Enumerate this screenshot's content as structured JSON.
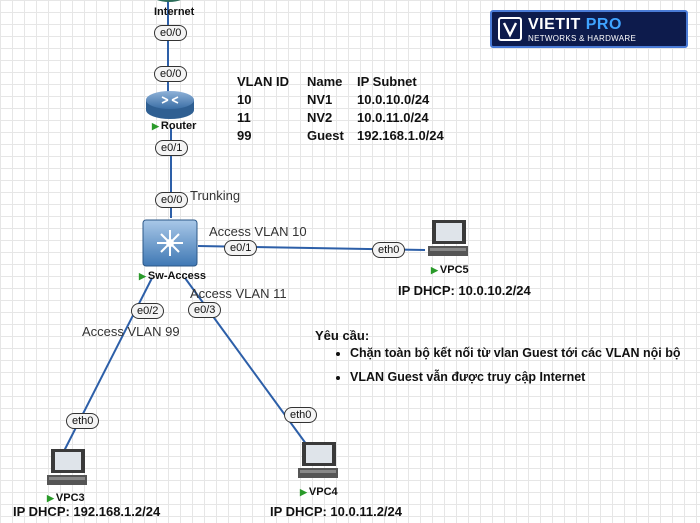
{
  "logo": {
    "brand": "VIETIT",
    "brand_accent": "PRO",
    "tagline": "NETWORKS & HARDWARE"
  },
  "devices": {
    "internet": {
      "label": "Internet",
      "icon": "cloud-icon"
    },
    "router": {
      "label": "Router",
      "icon": "router-icon"
    },
    "switch": {
      "label": "Sw-Access",
      "icon": "switch-icon"
    },
    "vpc5": {
      "label": "VPC5",
      "icon": "pc-icon"
    },
    "vpc3": {
      "label": "VPC3",
      "icon": "pc-icon"
    },
    "vpc4": {
      "label": "VPC4",
      "icon": "pc-icon"
    }
  },
  "ports": {
    "internet_e00": "e0/0",
    "router_e00": "e0/0",
    "router_e01": "e0/1",
    "switch_e00": "e0/0",
    "switch_e01": "e0/1",
    "switch_e02": "e0/2",
    "switch_e03": "e0/3",
    "vpc5_eth0": "eth0",
    "vpc3_eth0": "eth0",
    "vpc4_eth0": "eth0"
  },
  "notes": {
    "trunking": "Trunking",
    "access_vlan10": "Access VLAN 10",
    "access_vlan11": "Access VLAN 11",
    "access_vlan99": "Access VLAN 99"
  },
  "ip": {
    "vpc5": "IP DHCP: 10.0.10.2/24",
    "vpc3": "IP DHCP: 192.168.1.2/24",
    "vpc4": "IP DHCP: 10.0.11.2/24"
  },
  "vlan_table": {
    "headers": [
      "VLAN ID",
      "Name",
      "IP Subnet"
    ],
    "rows": [
      [
        "10",
        "NV1",
        "10.0.10.0/24"
      ],
      [
        "11",
        "NV2",
        "10.0.11.0/24"
      ],
      [
        "99",
        "Guest",
        "192.168.1.0/24"
      ]
    ]
  },
  "requirements": {
    "title": "Yêu cầu:",
    "items": [
      "Chặn toàn bộ kết nối từ vlan Guest tới các VLAN nội bộ",
      "VLAN Guest vẫn được truy cập Internet"
    ]
  },
  "colors": {
    "link": "#2d5fa8",
    "logo_bg": "#0d1b4c",
    "logo_accent": "#3fa3ff",
    "status": "#2a9a2a"
  }
}
